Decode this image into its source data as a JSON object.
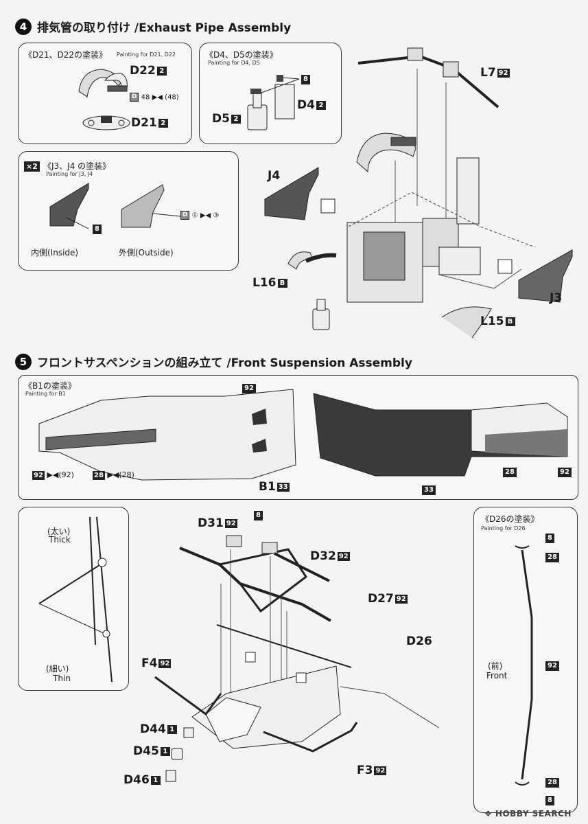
{
  "step4": {
    "number": "4",
    "title": "排気管の取り付け /Exhaust Pipe Assembly"
  },
  "step5": {
    "number": "5",
    "title": "フロントサスペンションの組み立て /Front Suspension Assembly"
  },
  "panel_d21": {
    "title": "《D21、D22の塗装》",
    "subtitle": "Painting for D21, D22",
    "d22": "D22",
    "d22_sprue": "2",
    "d21": "D21",
    "d21_sprue": "2",
    "paint_d": "D",
    "paint_a": "48",
    "paint_b": "(48)"
  },
  "panel_d4": {
    "title": "《D4、D5の塗装》",
    "subtitle": "Painting for D4, D5",
    "color": "8",
    "d4": "D4",
    "d4_sprue": "2",
    "d5": "D5",
    "d5_sprue": "2"
  },
  "panel_j3": {
    "multiplier": "×2",
    "title": "《J3、J4 の塗装》",
    "subtitle": "Painting for J3, J4",
    "color": "8",
    "inside": "内側(Inside)",
    "outside": "外側(Outside)",
    "paint_d": "D",
    "paint_a": "①",
    "paint_b": "③"
  },
  "step4_labels": {
    "l7": "L7",
    "l7_color": "92",
    "j4": "J4",
    "j3": "J3",
    "l16": "L16",
    "l16_sprue": "B",
    "l15": "L15",
    "l15_sprue": "B"
  },
  "panel_b1": {
    "title": "《B1の塗装》",
    "subtitle": "Painting for B1",
    "c92": "92",
    "c92b": "(92)",
    "c28": "28",
    "c28b": "(28)",
    "b1": "B1",
    "b1_color": "33",
    "c33": "33",
    "c28r": "28",
    "c92r": "92",
    "c92t": "92"
  },
  "panel_thick": {
    "thick_jp": "(太い)",
    "thick_en": "Thick",
    "thin_jp": "(細い)",
    "thin_en": "Thin"
  },
  "panel_d26": {
    "title": "《D26の塗装》",
    "subtitle": "Painting for D26",
    "c8a": "8",
    "c28a": "28",
    "c92": "92",
    "front_jp": "(前)",
    "front_en": "Front",
    "c28b": "28",
    "c8b": "8"
  },
  "step5_labels": {
    "c8": "8",
    "d31": "D31",
    "d31_color": "92",
    "d32": "D32",
    "d32_color": "92",
    "d27": "D27",
    "d27_color": "92",
    "d26": "D26",
    "f4": "F4",
    "f4_color": "92",
    "d44": "D44",
    "d44_sprue": "1",
    "d45": "D45",
    "d45_sprue": "1",
    "d46": "D46",
    "d46_sprue": "1",
    "f3": "F3",
    "f3_color": "92"
  },
  "watermark": "HOBBY SEARCH"
}
